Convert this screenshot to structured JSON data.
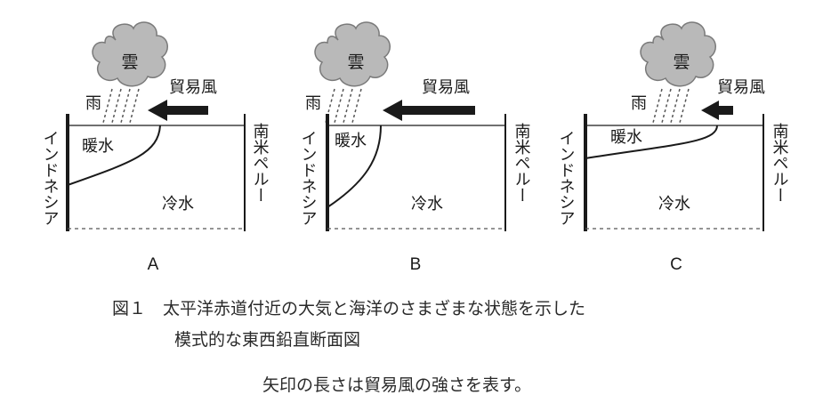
{
  "panels": [
    {
      "label": "A",
      "cloud": "雲",
      "rain": "雨",
      "wind": "貿易風",
      "warm_water": "暖水",
      "cold_water": "冷水",
      "left_side": "インドネシア",
      "right_side": "南米ペルー"
    },
    {
      "label": "B",
      "cloud": "雲",
      "rain": "雨",
      "wind": "貿易風",
      "warm_water": "暖水",
      "cold_water": "冷水",
      "left_side": "インドネシア",
      "right_side": "南米ペルー"
    },
    {
      "label": "C",
      "cloud": "雲",
      "rain": "雨",
      "wind": "貿易風",
      "warm_water": "暖水",
      "cold_water": "冷水",
      "left_side": "インドネシア",
      "right_side": "南米ペルー"
    }
  ],
  "caption": {
    "line1": "図１　太平洋赤道付近の大気と海洋のさまざまな状態を示した",
    "line2": "模式的な東西鉛直断面図",
    "note": "矢印の長さは貿易風の強さを表す。"
  },
  "colors": {
    "ink": "#1a1a1a",
    "cloud_fill": "#b9b9b9",
    "cloud_stroke": "#7a7a7a"
  }
}
